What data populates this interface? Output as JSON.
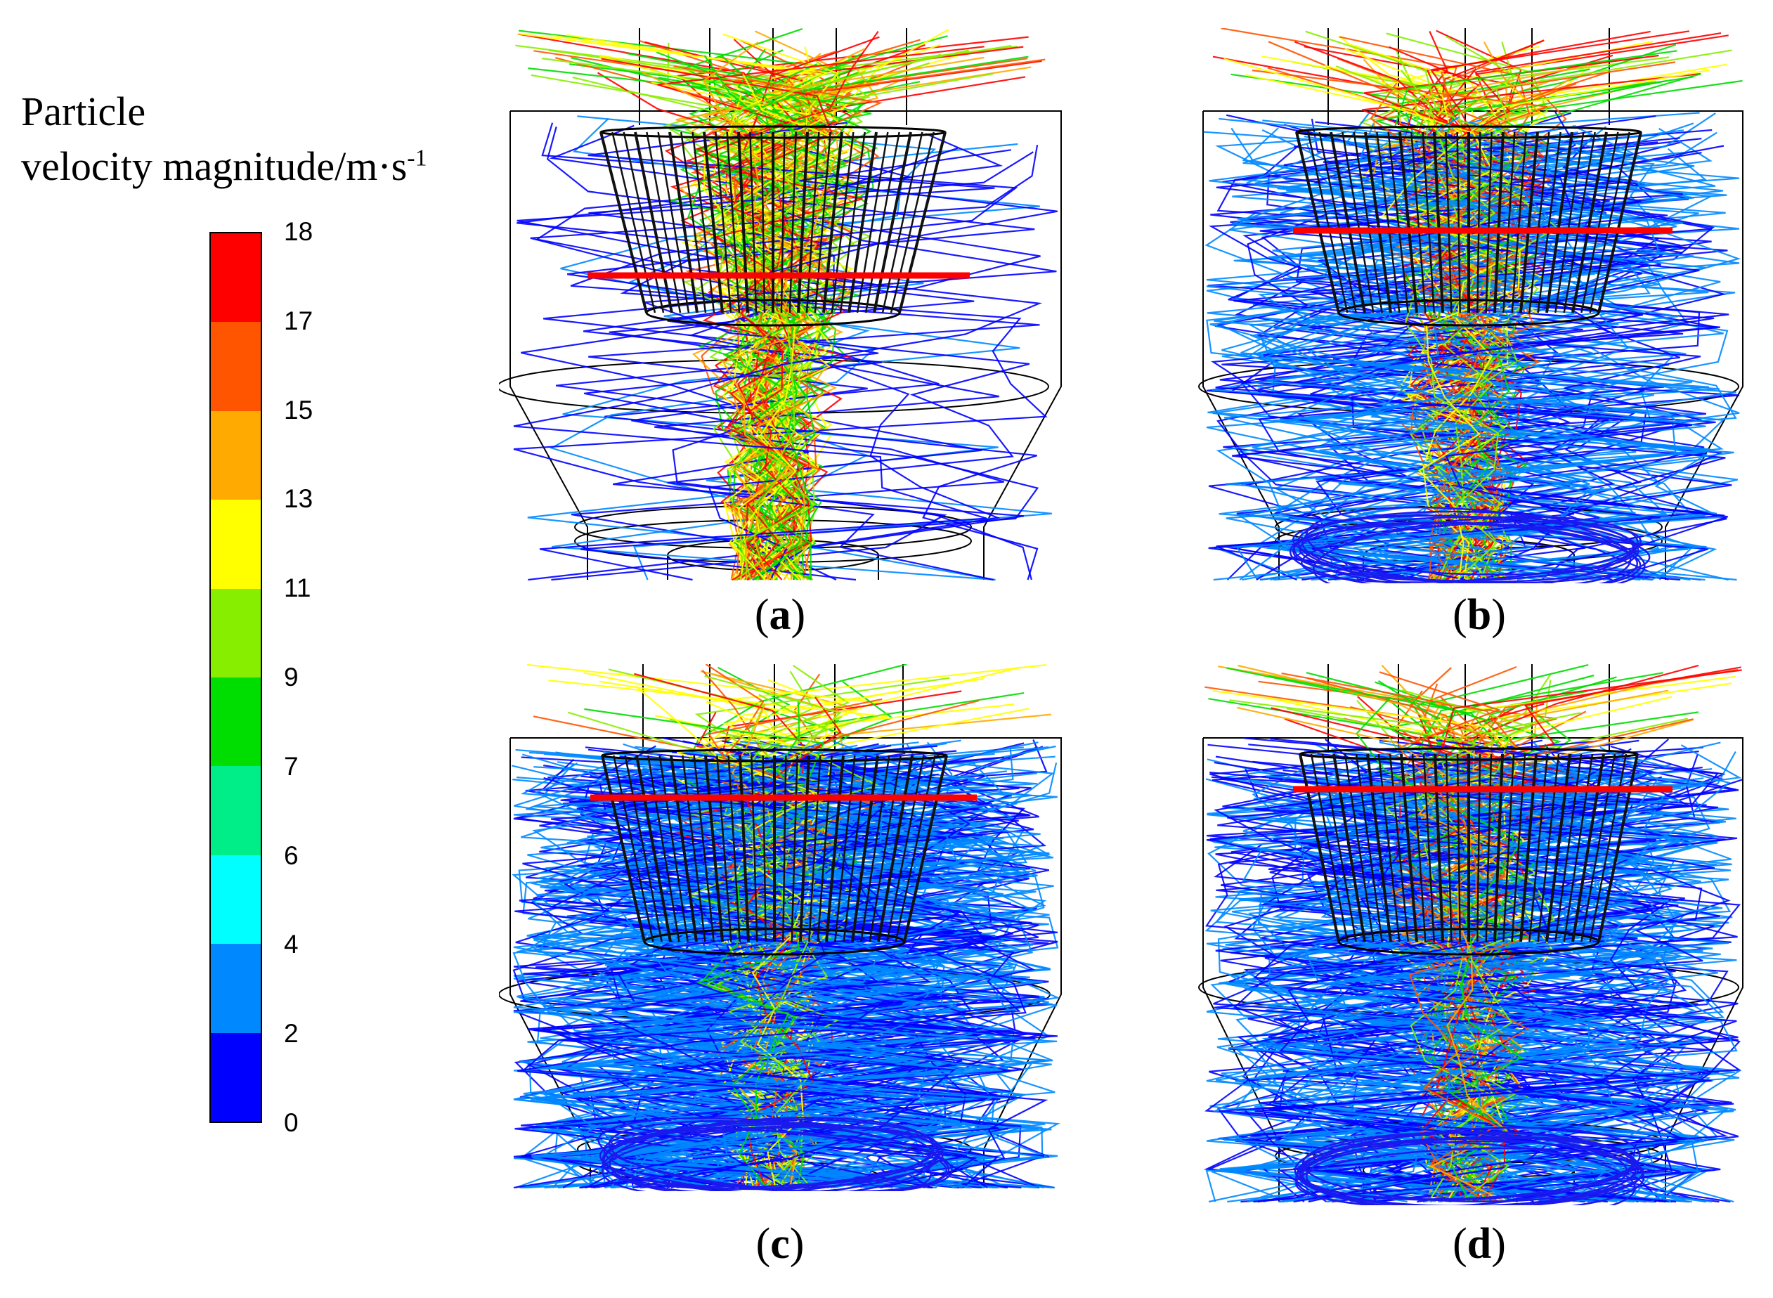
{
  "legend": {
    "title_line1": "Particle",
    "title_line2": "velocity magnitude/m·s",
    "title_sup": "-1",
    "ticks": [
      "18",
      "17",
      "15",
      "13",
      "11",
      "9",
      "7",
      "6",
      "4",
      "2",
      "0"
    ],
    "band_colors": [
      "#ff0000",
      "#ff5500",
      "#ffaa00",
      "#ffff00",
      "#88ee00",
      "#00dd00",
      "#00ee88",
      "#00ffff",
      "#0088ff",
      "#0000ff"
    ]
  },
  "panels": [
    {
      "label": "a",
      "marker_color": "#ff0000"
    },
    {
      "label": "b",
      "marker_color": "#ff0000"
    },
    {
      "label": "c",
      "marker_color": "#ff0000"
    },
    {
      "label": "d",
      "marker_color": "#ff0000"
    }
  ]
}
